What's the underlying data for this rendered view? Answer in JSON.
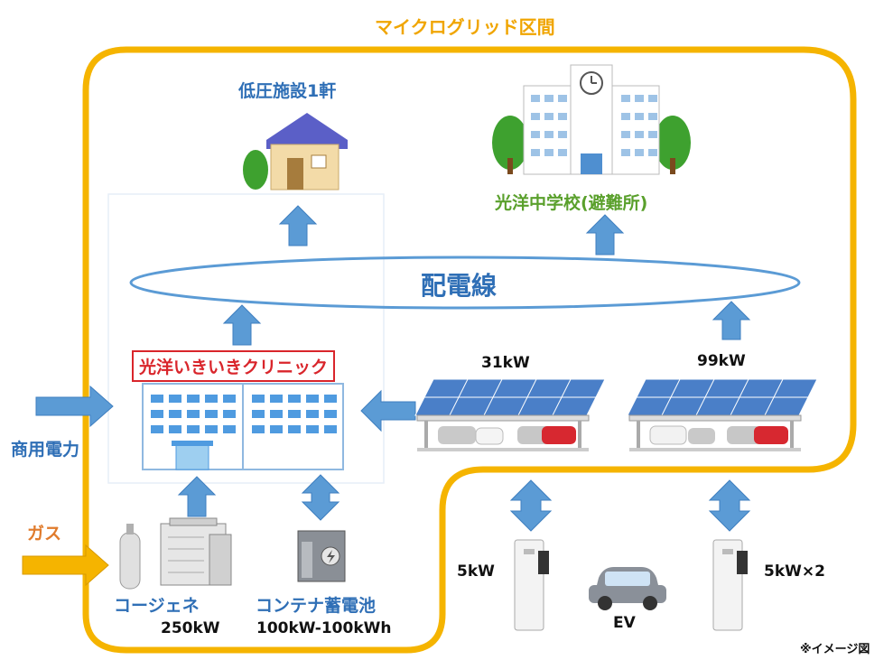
{
  "labels": {
    "microgrid": "マイクログリッド区間",
    "low_voltage": "低圧施設1軒",
    "school": "光洋中学校(避難所)",
    "distribution_line": "配電線",
    "clinic": "光洋いきいきクリニック",
    "pv_left": "31kW",
    "pv_right": "99kW",
    "grid_power": "商用電力",
    "gas": "ガス",
    "cogen": "コージェネ",
    "cogen_kw": "250kW",
    "battery": "コンテナ蓄電池",
    "battery_kw": "100kW-100kWh",
    "charger_left_kw": "5kW",
    "ev": "EV",
    "charger_right_kw": "5kW×2",
    "note": "※イメージ図"
  },
  "colors": {
    "boundary": "#f5b400",
    "arrow_blue": "#5b9bd5",
    "arrow_gold": "#f5b400",
    "text_blue": "#2f6fb6",
    "clinic_red": "#d9252b",
    "school_green": "#5aa02c"
  }
}
